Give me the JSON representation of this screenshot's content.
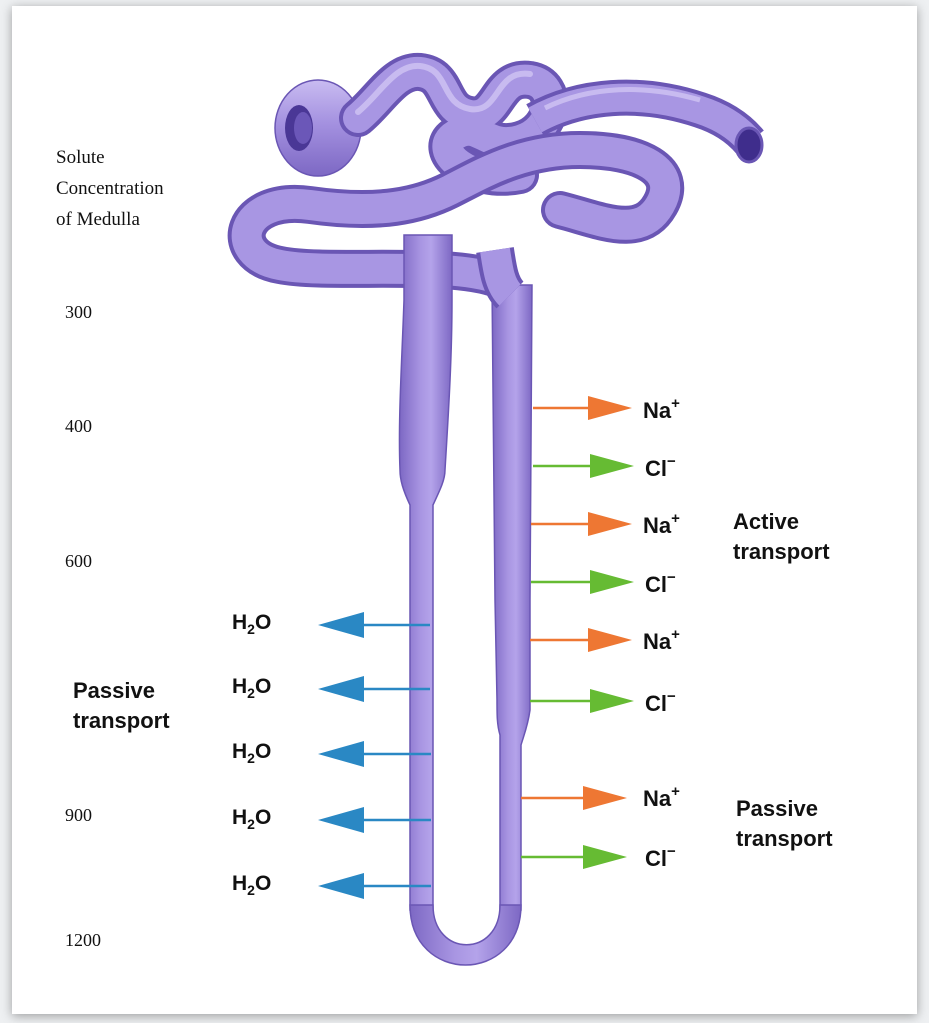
{
  "diagram": {
    "axis_title": [
      "Solute",
      "Concentration",
      "of Medulla"
    ],
    "concentration_ticks": [
      "300",
      "400",
      "600",
      "900",
      "1200"
    ],
    "ions": {
      "na": {
        "symbol": "Na",
        "charge": "+"
      },
      "cl": {
        "symbol": "Cl",
        "charge": "−"
      }
    },
    "water": {
      "base": "H",
      "subscript": "2",
      "tail": "O"
    },
    "labels": {
      "active_transport": [
        "Active",
        "transport"
      ],
      "passive_transport_left": [
        "Passive",
        "transport"
      ],
      "passive_transport_right": [
        "Passive",
        "transport"
      ]
    },
    "colors": {
      "tubule": "#9b88d8",
      "na_arrow": "#ee7733",
      "cl_arrow": "#66bb33",
      "water_arrow": "#2a88c4"
    }
  }
}
